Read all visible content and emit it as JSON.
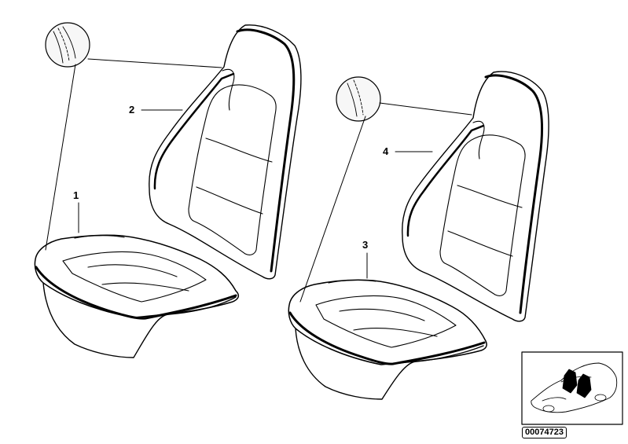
{
  "callouts": {
    "seat_cushion_left": "1",
    "backrest_left": "2",
    "seat_cushion_right": "3",
    "backrest_right": "4"
  },
  "catalog_id": "00074723",
  "colors": {
    "line": "#000000",
    "shade": "#d9d9d9",
    "background": "#ffffff"
  }
}
